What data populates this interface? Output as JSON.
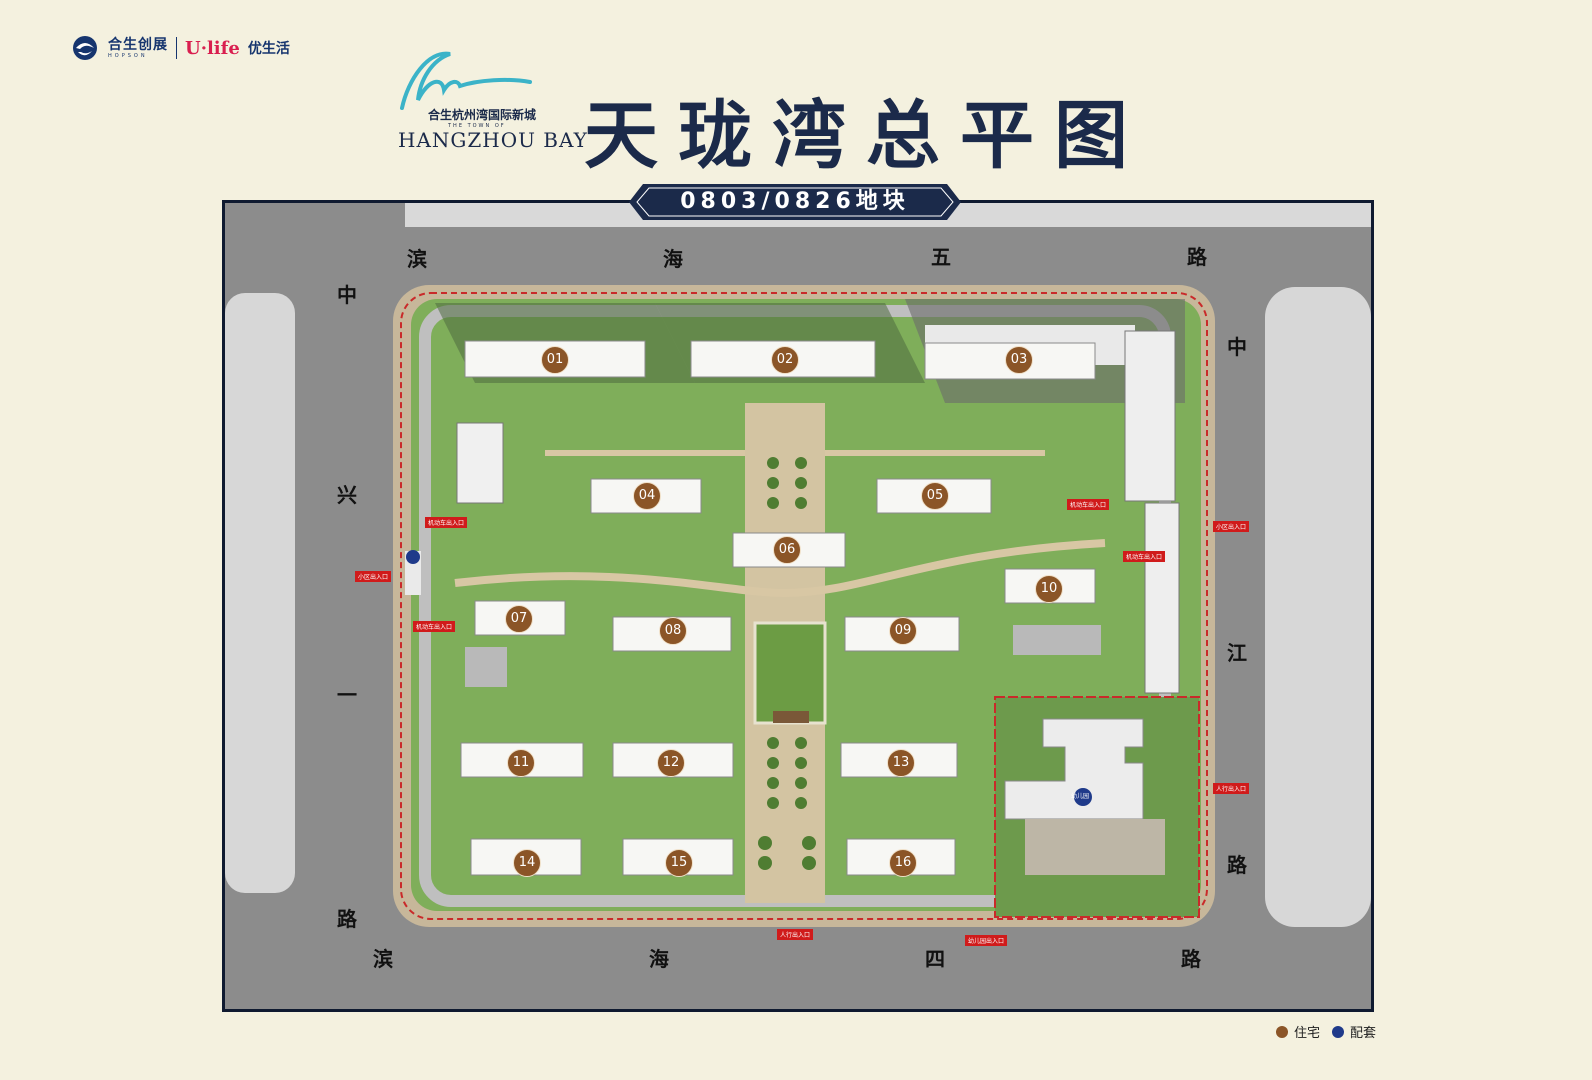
{
  "header": {
    "logos": {
      "hopson_cn": "合生创展",
      "hopson_en": "HOPSON",
      "ulife": "U·life",
      "ulife_cn": "优生活"
    },
    "brand": {
      "cn": "合生杭州湾国际新城",
      "sub": "THE TOWN OF",
      "en": "HANGZHOU BAY"
    },
    "title": "天珑湾总平图",
    "plate_label": "0803/0826地块"
  },
  "roads": {
    "north": [
      "滨",
      "海",
      "五",
      "路"
    ],
    "south": [
      "滨",
      "海",
      "四",
      "路"
    ],
    "west": [
      "中",
      "兴",
      "一",
      "路"
    ],
    "east": [
      "中",
      "江",
      "路"
    ]
  },
  "buildings": [
    "01",
    "02",
    "03",
    "04",
    "05",
    "06",
    "07",
    "08",
    "09",
    "10",
    "11",
    "12",
    "13",
    "14",
    "15",
    "16"
  ],
  "gates": {
    "west_main": "小区出入口",
    "east_main": "小区出入口",
    "east_person": "人行出入口",
    "south_person": "人行出入口",
    "south_school": "幼儿园出入口",
    "car_w": "机动车出入口",
    "car_w2": "机动车出入口",
    "car_e": "机动车出入口",
    "car_n": "机动车出入口"
  },
  "kindergarten": "幼儿园",
  "legend": {
    "residential": "住宅",
    "facility": "配套"
  },
  "colors": {
    "residential": "#8b5527",
    "facility": "#1f3a8a",
    "grass": "#7fae5a",
    "title": "#1b2a4a"
  }
}
